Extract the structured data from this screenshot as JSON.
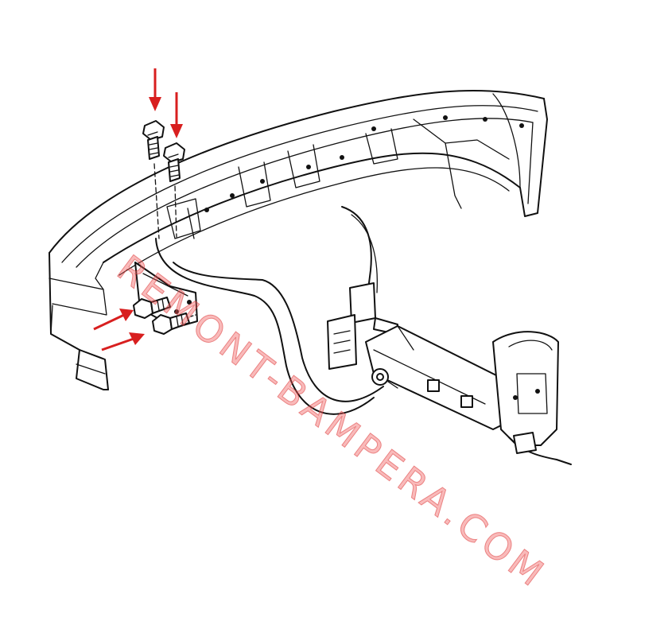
{
  "diagram": {
    "subject": "front-bumper-mounting",
    "marker_color": "#d81f1f",
    "callout_arrows": [
      {
        "id": "upper-bolt-1",
        "points_to": "bolt"
      },
      {
        "id": "upper-bolt-2",
        "points_to": "bolt"
      },
      {
        "id": "lower-bolt-1",
        "points_to": "bolt"
      },
      {
        "id": "lower-bolt-2",
        "points_to": "bolt"
      }
    ]
  },
  "watermark": {
    "text": "REMONT-BAMPERA.COM"
  }
}
